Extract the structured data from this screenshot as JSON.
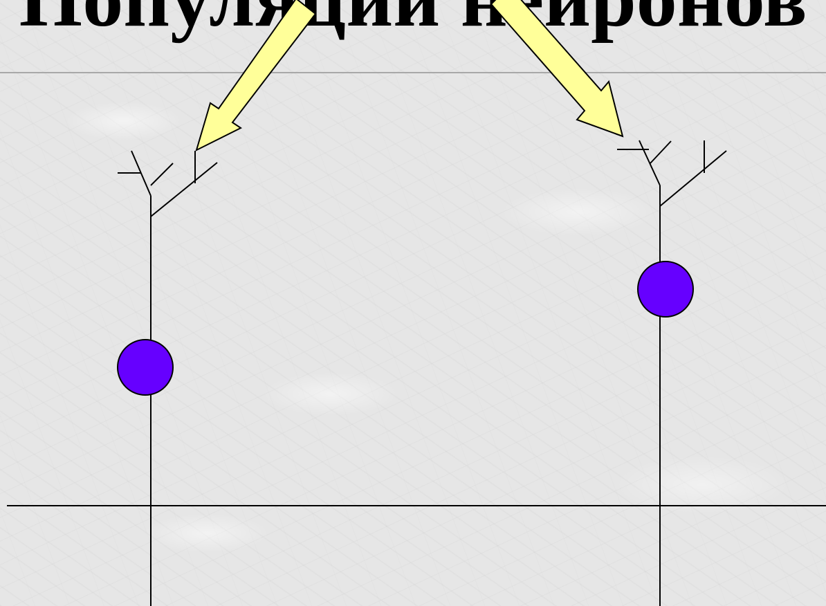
{
  "slide": {
    "title": "Популяции нейронов"
  },
  "colors": {
    "neuron_body": "#6600ff",
    "arrow_fill": "#ffff99",
    "line": "#000000",
    "background": "#e6e6e6"
  },
  "diagram": {
    "neurons": [
      {
        "id": "left",
        "body_shape": "circle",
        "dendrite_tree": "branched",
        "pointed_by_arrow": true
      },
      {
        "id": "right",
        "body_shape": "circle",
        "dendrite_tree": "branched",
        "pointed_by_arrow": true
      }
    ],
    "arrows": [
      {
        "target": "left-neuron-dendrites",
        "icon": "arrow-down-left"
      },
      {
        "target": "right-neuron-dendrites",
        "icon": "arrow-down-right"
      }
    ]
  }
}
